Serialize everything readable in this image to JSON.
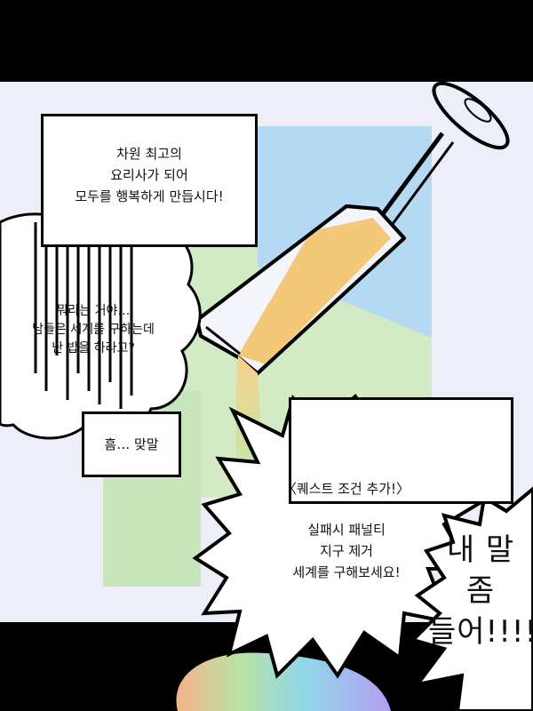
{
  "narration": {
    "lines": [
      "차원 최고의",
      "요리사가 되어",
      "모두를 행복하게 만듭시다!"
    ]
  },
  "thought": {
    "lines": [
      "뭐라는 거야…",
      "남들은 세계를 구하는데",
      "난 밥을 하라고?"
    ]
  },
  "reply": {
    "text": "흠… 맞말"
  },
  "quest": {
    "title": "〈퀘스트 조건 추가!〉",
    "lines": [
      "실패시 패널티",
      "지구 제거",
      "세계를 구해보세요!"
    ]
  },
  "shout": {
    "lines": [
      "내 말",
      "좀",
      "들어!!!!!"
    ]
  },
  "colors": {
    "background": "#eceef8",
    "sky": "#b8dcf5",
    "green": "#cfe8c0",
    "liquid": "#f4c97a"
  }
}
